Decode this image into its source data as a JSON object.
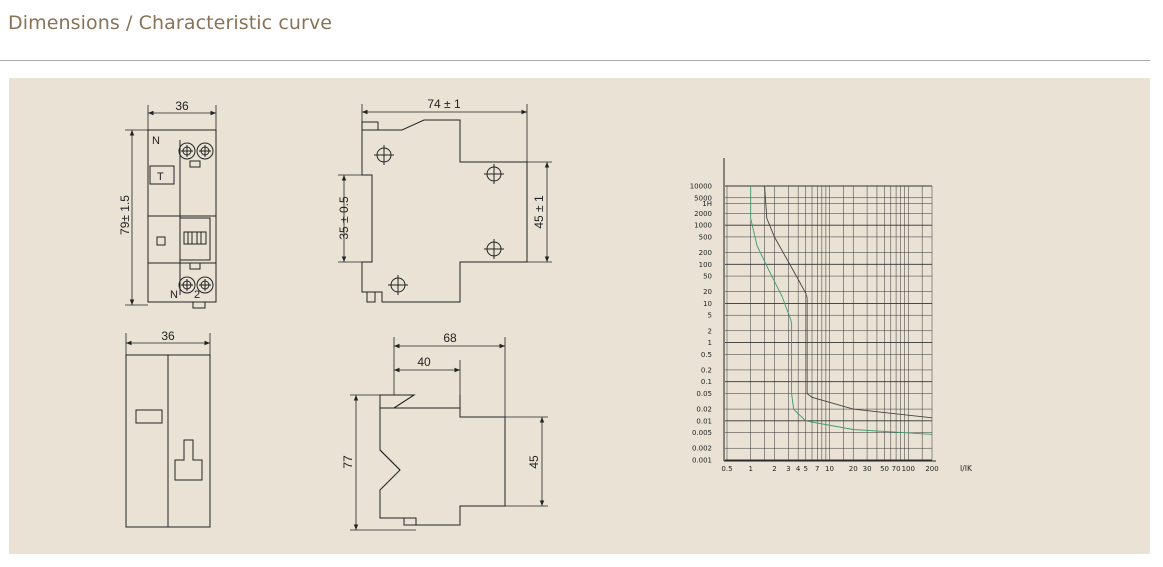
{
  "page": {
    "title": "Dimensions / Characteristic curve"
  },
  "drawings": {
    "front_width": "36",
    "front_height": "79± 1.5",
    "front_label_n_top": "N",
    "front_label_t": "T",
    "front_label_n_bottom": "N",
    "front_label_2": "2",
    "side_width": "74 ± 1",
    "side_rail": "35 ± 0.5",
    "side_right": "45 ± 1",
    "back_width": "36",
    "profile_top": "68",
    "profile_inner": "40",
    "profile_height": "77",
    "profile_right": "45"
  },
  "chart_data": {
    "type": "line",
    "x_scale": "log",
    "y_scale": "log",
    "xlabel": "I/IK",
    "ylabel": "",
    "x_tick_labels": [
      "0.5",
      "1",
      "2",
      "3",
      "4",
      "5",
      "7",
      "10",
      "20",
      "30",
      "50",
      "70",
      "100",
      "200"
    ],
    "y_tick_labels": [
      "10000",
      "5000",
      "1H",
      "2000",
      "1000",
      "500",
      "200",
      "100",
      "50",
      "20",
      "10",
      "5",
      "2",
      "1",
      "0.5",
      "0.2",
      "0.1",
      "0.05",
      "0.02",
      "0.01",
      "0.005",
      "0.002",
      "0.001"
    ],
    "series": [
      {
        "color": "#3f9a6c",
        "points": [
          [
            1,
            10000
          ],
          [
            1.0,
            1500
          ],
          [
            1.2,
            300
          ],
          [
            1.7,
            70
          ],
          [
            2.5,
            15
          ],
          [
            3.2,
            4
          ],
          [
            3.3,
            3
          ],
          [
            3.3,
            0.05
          ],
          [
            3.5,
            0.02
          ],
          [
            5,
            0.01
          ],
          [
            20,
            0.006
          ],
          [
            200,
            0.0045
          ]
        ]
      },
      {
        "color": "#444444",
        "points": [
          [
            1.5,
            10000
          ],
          [
            1.6,
            1500
          ],
          [
            2,
            500
          ],
          [
            2.8,
            150
          ],
          [
            3.8,
            50
          ],
          [
            5,
            18
          ],
          [
            5.2,
            14
          ],
          [
            5.2,
            0.05
          ],
          [
            6,
            0.04
          ],
          [
            20,
            0.02
          ],
          [
            200,
            0.012
          ]
        ]
      }
    ]
  }
}
